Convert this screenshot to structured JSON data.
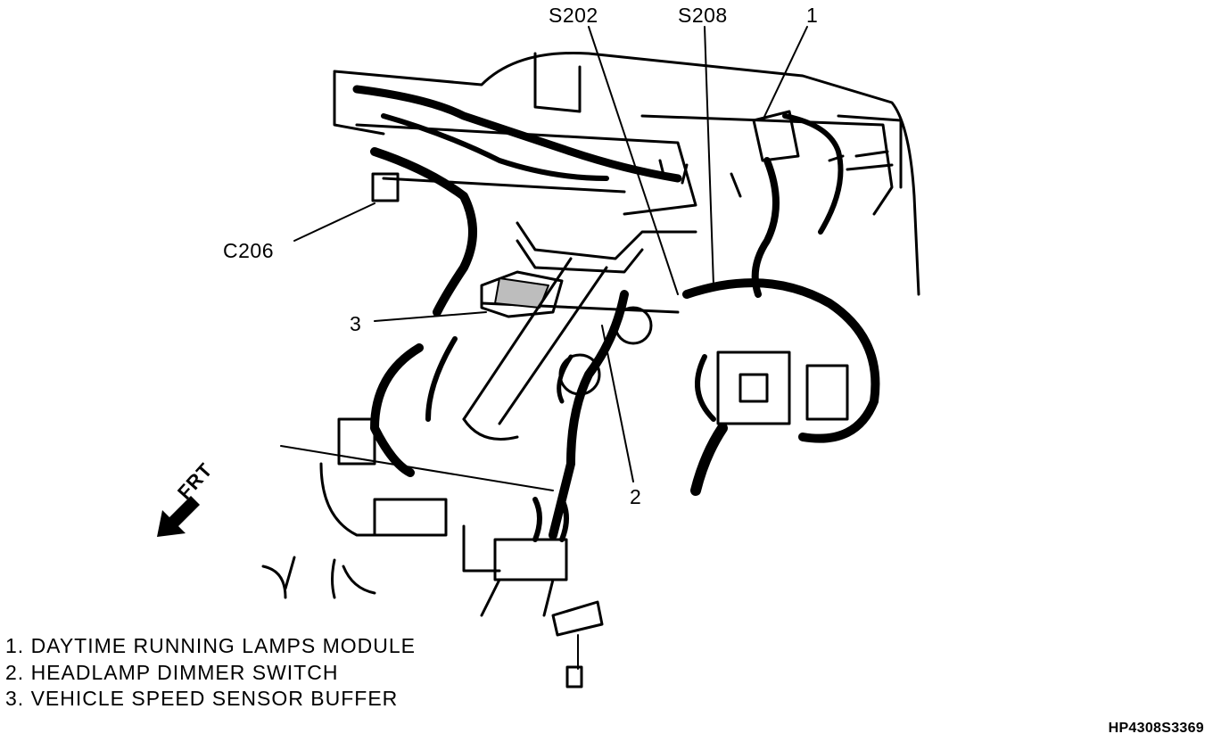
{
  "callouts": {
    "s202": "S202",
    "s208": "S208",
    "item1": "1",
    "c206": "C206",
    "item3": "3",
    "item2": "2"
  },
  "direction_label": "FRT",
  "legend": [
    "1. DAYTIME RUNNING LAMPS MODULE",
    "2. HEADLAMP DIMMER SWITCH",
    "3. VEHICLE SPEED SENSOR BUFFER"
  ],
  "figure_code": "HP4308S3369",
  "colors": {
    "ink": "#000000",
    "paper": "#ffffff",
    "shade": "#bdbdbd"
  },
  "icons": {
    "front_arrow": "arrow-down-left-icon"
  }
}
